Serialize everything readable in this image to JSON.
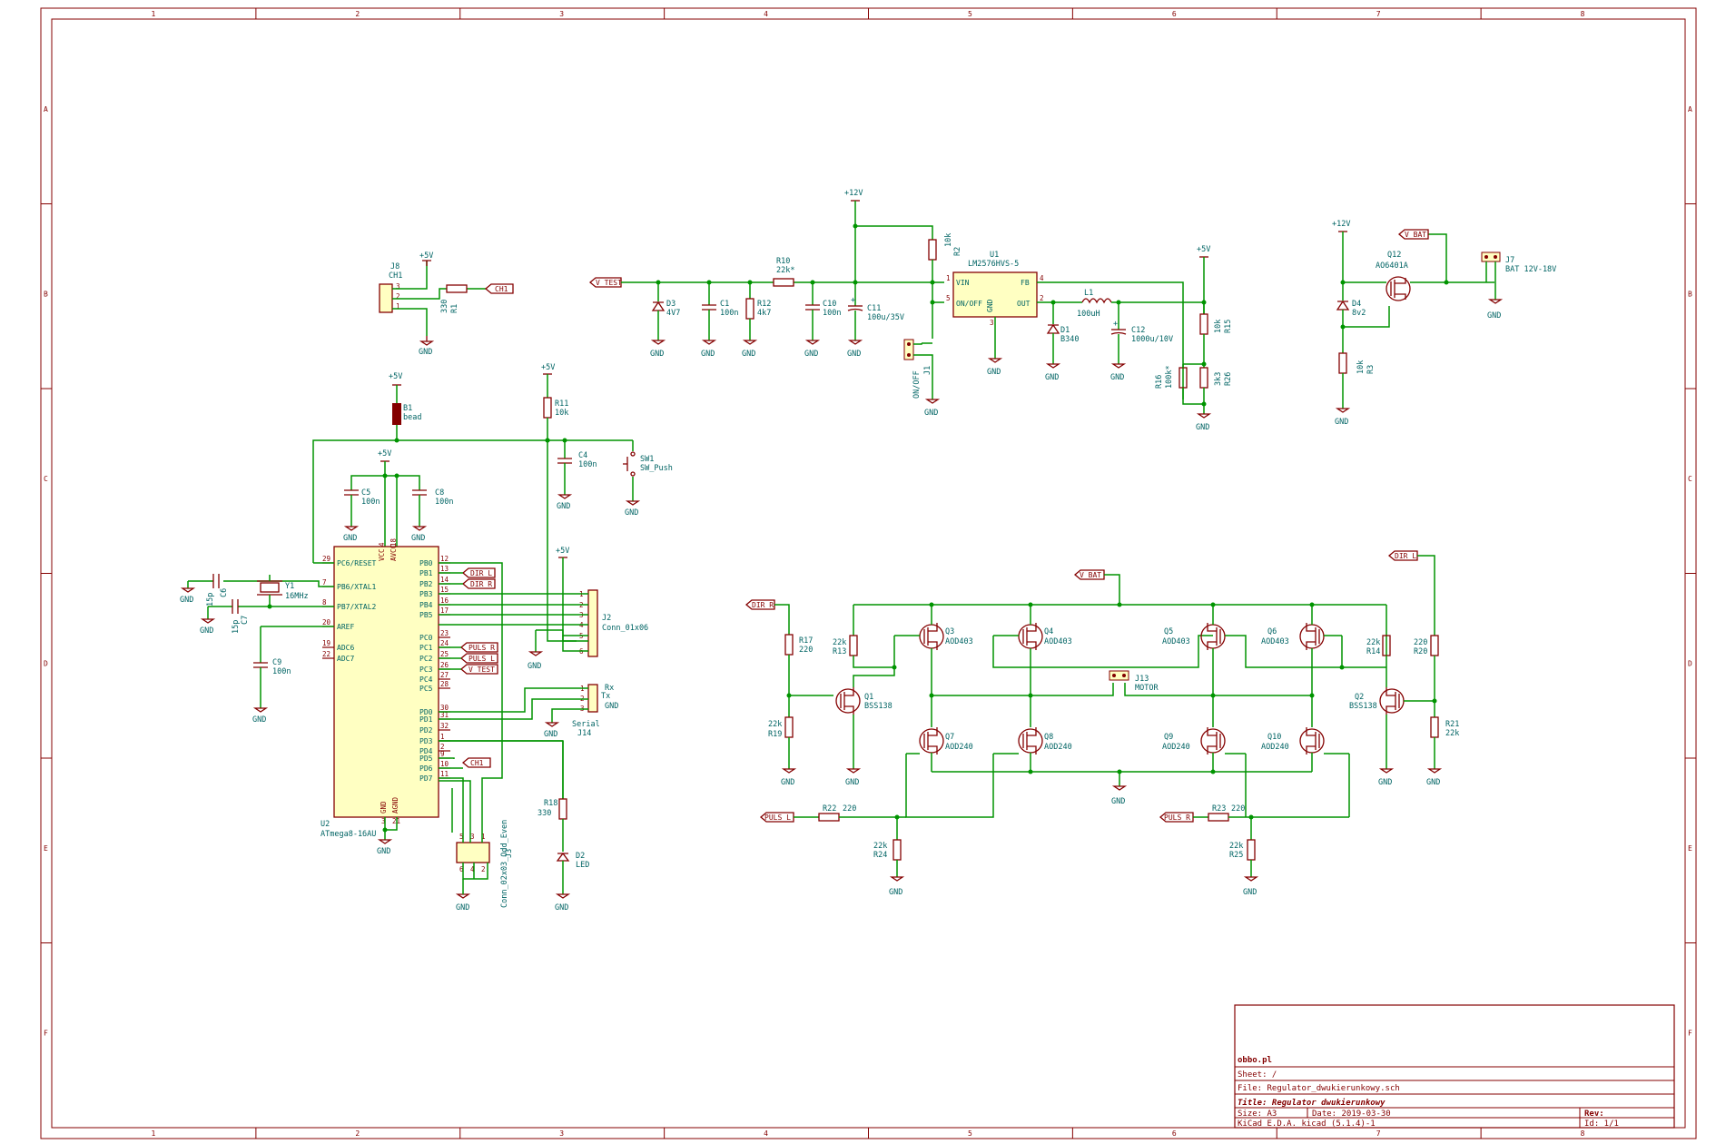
{
  "title_block": {
    "company": "obbo.pl",
    "sheet": "Sheet: /",
    "file": "File: Regulator_dwukierunkowy.sch",
    "title": "Title: Regulator dwukierunkowy",
    "size": "Size: A3",
    "date": "Date: 2019-03-30",
    "rev": "Rev:",
    "tool": "KiCad E.D.A.  kicad (5.1.4)-1",
    "id": "Id: 1/1"
  },
  "frame": {
    "columns": [
      "1",
      "2",
      "3",
      "4",
      "5",
      "6",
      "7",
      "8"
    ],
    "rows": [
      "A",
      "B",
      "C",
      "D",
      "E",
      "F"
    ]
  },
  "power": {
    "p5v": "+5V",
    "p12v": "+12V",
    "gnd": "GND"
  },
  "net_labels": {
    "ch1": "CH1",
    "v_test": "V_TEST",
    "dir_l": "DIR_L",
    "dir_r": "DIR_R",
    "puls_r": "PULS_R",
    "puls_l": "PULS_L",
    "v_bat": "V_BAT"
  },
  "components": {
    "j8": {
      "ref": "J8",
      "value": "CH1",
      "pins": [
        "3",
        "2",
        "1"
      ]
    },
    "r1": {
      "ref": "R1",
      "value": "330"
    },
    "b1": {
      "ref": "B1",
      "value": "bead"
    },
    "c5": {
      "ref": "C5",
      "value": "100n"
    },
    "c8": {
      "ref": "C8",
      "value": "100n"
    },
    "r11": {
      "ref": "R11",
      "value": "10k"
    },
    "c4": {
      "ref": "C4",
      "value": "100n"
    },
    "sw1": {
      "ref": "SW1",
      "value": "SW_Push"
    },
    "c6": {
      "ref": "C6",
      "value": "15p"
    },
    "c7": {
      "ref": "C7",
      "value": "15p"
    },
    "y1": {
      "ref": "Y1",
      "value": "16MHz"
    },
    "c9": {
      "ref": "C9",
      "value": "100n"
    },
    "u2": {
      "ref": "U2",
      "value": "ATmega8-16AU",
      "left_pins": [
        {
          "num": "29",
          "name": "PC6/RESET"
        },
        {
          "num": "7",
          "name": "PB6/XTAL1"
        },
        {
          "num": "8",
          "name": "PB7/XTAL2"
        },
        {
          "num": "20",
          "name": "AREF"
        },
        {
          "num": "19",
          "name": "ADC6"
        },
        {
          "num": "22",
          "name": "ADC7"
        }
      ],
      "top_pins": [
        {
          "num": "4",
          "name": "VCC"
        },
        {
          "num": "18",
          "name": "AVCC"
        }
      ],
      "bottom_pins": [
        {
          "num": "3",
          "name": "GND"
        },
        {
          "num": "21",
          "name": "AGND"
        }
      ],
      "right_pins": [
        {
          "num": "12",
          "name": "PB0"
        },
        {
          "num": "13",
          "name": "PB1"
        },
        {
          "num": "14",
          "name": "PB2"
        },
        {
          "num": "15",
          "name": "PB3"
        },
        {
          "num": "16",
          "name": "PB4"
        },
        {
          "num": "17",
          "name": "PB5"
        },
        {
          "num": "23",
          "name": "PC0"
        },
        {
          "num": "24",
          "name": "PC1"
        },
        {
          "num": "25",
          "name": "PC2"
        },
        {
          "num": "26",
          "name": "PC3"
        },
        {
          "num": "27",
          "name": "PC4"
        },
        {
          "num": "28",
          "name": "PC5"
        },
        {
          "num": "30",
          "name": "PD0"
        },
        {
          "num": "31",
          "name": "PD1"
        },
        {
          "num": "32",
          "name": "PD2"
        },
        {
          "num": "1",
          "name": "PD3"
        },
        {
          "num": "2",
          "name": "PD4"
        },
        {
          "num": "9",
          "name": "PD5"
        },
        {
          "num": "10",
          "name": "PD6"
        },
        {
          "num": "11",
          "name": "PD7"
        }
      ]
    },
    "j2": {
      "ref": "J2",
      "value": "Conn_01x06",
      "pins": [
        "1",
        "2",
        "3",
        "4",
        "5",
        "6"
      ]
    },
    "j14": {
      "ref": "J14",
      "value": "Serial",
      "pins": [
        "1",
        "2",
        "3"
      ],
      "signals": [
        "Rx",
        "Tx",
        "GND"
      ]
    },
    "j3": {
      "ref": "J3",
      "value": "Conn_02x03_Odd_Even",
      "pins": [
        "6",
        "4",
        "2",
        "5",
        "3",
        "1"
      ]
    },
    "r18": {
      "ref": "R18",
      "value": "330"
    },
    "d2": {
      "ref": "D2",
      "value": "LED"
    },
    "d3": {
      "ref": "D3",
      "value": "4V7"
    },
    "c1": {
      "ref": "C1",
      "value": "100n"
    },
    "r12": {
      "ref": "R12",
      "value": "4k7"
    },
    "r10": {
      "ref": "R10",
      "value": "22k*"
    },
    "c10": {
      "ref": "C10",
      "value": "100n"
    },
    "c11": {
      "ref": "C11",
      "value": "100u/35V"
    },
    "r2": {
      "ref": "R2",
      "value": "10k"
    },
    "j1": {
      "ref": "J1",
      "value": "ON/OFF"
    },
    "u1": {
      "ref": "U1",
      "value": "LM2576HVS-5",
      "pins": {
        "vin": "VIN",
        "onoff": "ON/OFF",
        "fb": "FB",
        "out": "OUT",
        "gnd": "GND"
      },
      "pin_nums": {
        "vin": "1",
        "onoff": "5",
        "fb": "4",
        "out": "2",
        "gnd": "3"
      }
    },
    "l1": {
      "ref": "L1",
      "value": "100uH"
    },
    "d1": {
      "ref": "D1",
      "value": "B340"
    },
    "c12": {
      "ref": "C12",
      "value": "1000u/10V"
    },
    "r15": {
      "ref": "R15",
      "value": "10k"
    },
    "r16": {
      "ref": "R16",
      "value": "100k*"
    },
    "r26": {
      "ref": "R26",
      "value": "3k3"
    },
    "d4": {
      "ref": "D4",
      "value": "8v2"
    },
    "r3": {
      "ref": "R3",
      "value": "10k"
    },
    "q12": {
      "ref": "Q12",
      "value": "AO6401A"
    },
    "j7": {
      "ref": "J7",
      "value": "BAT 12V-18V"
    },
    "r17": {
      "ref": "R17",
      "value": "220"
    },
    "r13": {
      "ref": "R13",
      "value": "22k"
    },
    "q3": {
      "ref": "Q3",
      "value": "AOD403"
    },
    "q4": {
      "ref": "Q4",
      "value": "AOD403"
    },
    "q5": {
      "ref": "Q5",
      "value": "AOD403"
    },
    "q6": {
      "ref": "Q6",
      "value": "AOD403"
    },
    "r14": {
      "ref": "R14",
      "value": "22k"
    },
    "r20": {
      "ref": "R20",
      "value": "220"
    },
    "q1": {
      "ref": "Q1",
      "value": "BSS138"
    },
    "q2": {
      "ref": "Q2",
      "value": "BSS138"
    },
    "j13": {
      "ref": "J13",
      "value": "MOTOR"
    },
    "r19": {
      "ref": "R19",
      "value": "22k"
    },
    "r21": {
      "ref": "R21",
      "value": "22k"
    },
    "q7": {
      "ref": "Q7",
      "value": "AOD240"
    },
    "q8": {
      "ref": "Q8",
      "value": "AOD240"
    },
    "q9": {
      "ref": "Q9",
      "value": "AOD240"
    },
    "q10": {
      "ref": "Q10",
      "value": "AOD240"
    },
    "r22": {
      "ref": "R22",
      "value": "220"
    },
    "r23": {
      "ref": "R23",
      "value": "220"
    },
    "r24": {
      "ref": "R24",
      "value": "22k"
    },
    "r25": {
      "ref": "R25",
      "value": "22k"
    }
  }
}
